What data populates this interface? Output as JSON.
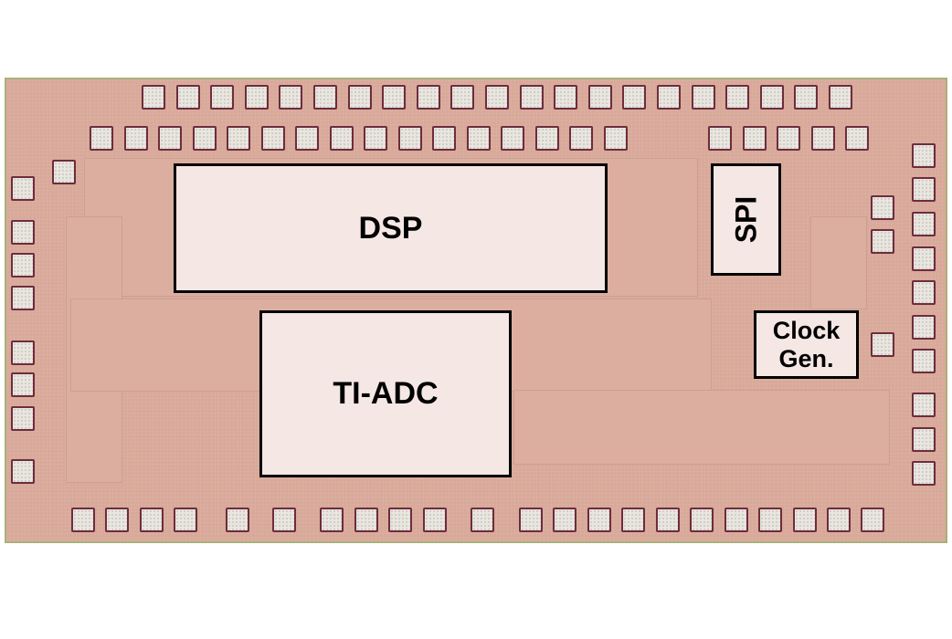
{
  "blocks": {
    "dsp": "DSP",
    "spi": "SPI",
    "ti_adc": "TI-ADC",
    "clock_gen_line1": "Clock",
    "clock_gen_line2": "Gen."
  },
  "colors": {
    "die": "#d8a899",
    "pad": "#e8e6df",
    "pad_border": "#6e2c3c",
    "block_fill": "#f5e7e4"
  }
}
